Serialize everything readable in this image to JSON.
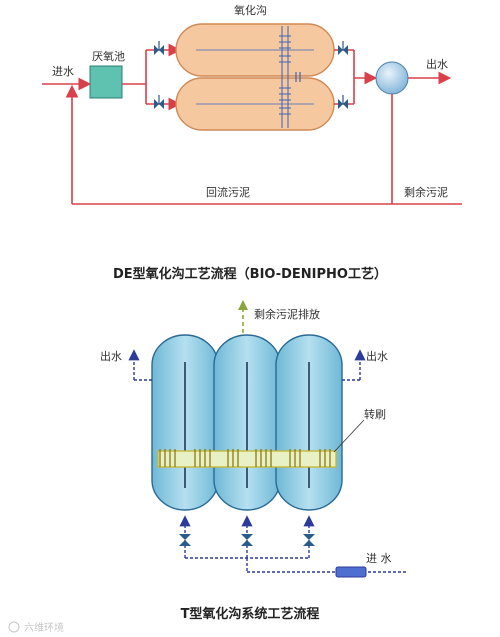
{
  "diagram1": {
    "title": "DE型氧化沟工艺流程（BIO-DENIPHO工艺）",
    "inlet_label": "进水",
    "anaerobic_tank_label": "厌氧池",
    "ditch_label": "氧化沟",
    "outlet_label": "出水",
    "return_sludge_label": "回流污泥",
    "excess_sludge_label": "剩余污泥"
  },
  "diagram2": {
    "title": "T型氧化沟系统工艺流程",
    "excess_sludge_label": "剩余污泥排放",
    "outlet_left_label": "出水",
    "outlet_right_label": "出水",
    "rotor_label": "转刷",
    "inlet_label": "进 水"
  },
  "watermark": "六维环境",
  "colors": {
    "flow_line": "#d9404a",
    "ditch_fill": "#f5c8a0",
    "ditch_stroke": "#d08a56",
    "anaerobic_fill": "#5fc1b0",
    "clarifier_fill": "#9cc6e6",
    "t_ditch_fill": "#92cde4",
    "t_ditch_stroke": "#2a6a94",
    "dashed_line": "#2c3a9a",
    "rotor_color": "#d6c23a",
    "valve_color": "#2a5c8a"
  }
}
